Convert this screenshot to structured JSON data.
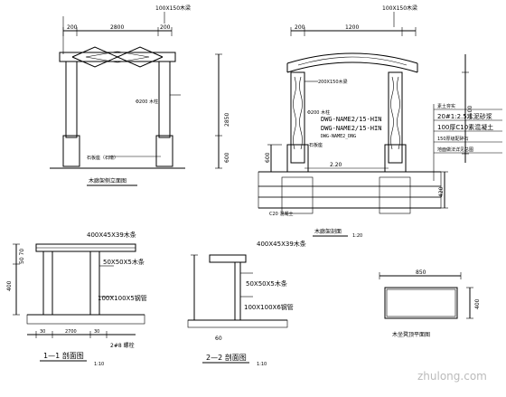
{
  "elevation_front": {
    "dim_top": "100X150木梁",
    "dim_200_left": "200",
    "dim_2800": "2800",
    "dim_200_right": "200",
    "dim_2850": "2850",
    "dim_600": "600",
    "post_label": "Φ200 木柱",
    "base_label": "石板座（石墩）",
    "caption": "木廊架侧立面图"
  },
  "section_main": {
    "dim_top": "100X150木梁",
    "dim_200": "200",
    "dim_1200": "1200",
    "beam_label": "200X150木梁",
    "post_label": "Φ200 木柱",
    "dwg1": "DWG-NAME2/15-HIN",
    "dwg2": "DWG-NAME2/15-HIN",
    "dwg3": "DWG-NAME2_DNG",
    "base_label": "石板座",
    "side_1": "20#1:2.5水泥砂浆",
    "side_2": "100厚C10素混凝土",
    "side_3": "150厚级配碎石",
    "side_4": "素土夯实",
    "dim_2100": "2100",
    "dim_220": "2.20",
    "dim_600": "600",
    "dim_420": "420",
    "note_1": "C20 混凝土",
    "note_2": "地面做法详见总图",
    "caption": "木廊架剖面",
    "scale": "1:20"
  },
  "section_11": {
    "dim_label": "400X45X39木条",
    "dim_height": "50 70",
    "dim_400": "400",
    "purlin_label": "50X50X5木条",
    "beam_label": "100X100X5钢管",
    "foot_label": "2#8 螺栓",
    "dim_30": "30",
    "dim_2700": "2700",
    "dim_30b": "30",
    "caption": "1—1 剖面图",
    "scale": "1:10"
  },
  "section_22": {
    "top_label": "400X45X39木条",
    "label_1": "50X50X5木条",
    "label_2": "100X100X6钢管",
    "dim_60": "60",
    "caption": "2—2 剖面图",
    "scale": "1:10"
  },
  "plan": {
    "dim_850": "850",
    "dim_400": "400",
    "caption": "木坐凳顶平面图"
  },
  "watermark": "zhulong.com"
}
